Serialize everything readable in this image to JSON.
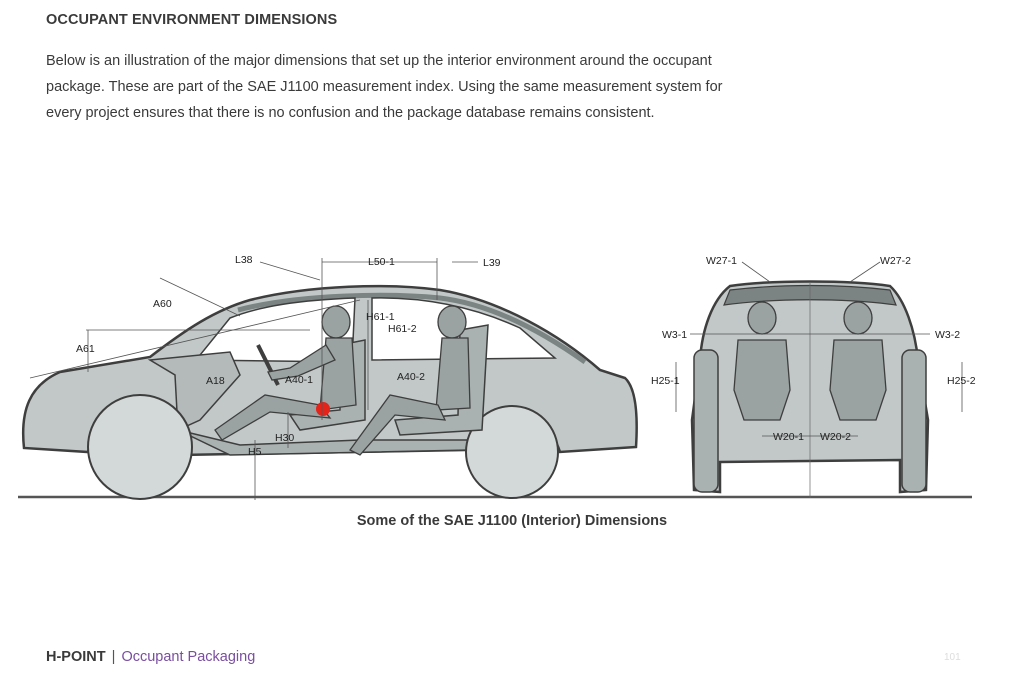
{
  "header": {
    "title": "OCCUPANT ENVIRONMENT DIMENSIONS",
    "intro_lines": [
      "Below is an illustration of the major dimensions that set up the interior environment around the occupant",
      "package. These are part of the SAE J1100 measurement index. Using the same measurement system for",
      "every project ensures that there is no confusion and the package database remains consistent."
    ]
  },
  "figure": {
    "caption": "Some of the SAE J1100 (Interior) Dimensions",
    "side_view_labels": {
      "L38": "L38",
      "L50_1": "L50-1",
      "L39": "L39",
      "A60": "A60",
      "A61": "A61",
      "H61_1": "H61-1",
      "H61_2": "H61-2",
      "A18": "A18",
      "A40_1": "A40-1",
      "A40_2": "A40-2",
      "H30": "H30",
      "H5": "H5"
    },
    "front_view_labels": {
      "W27_1": "W27-1",
      "W27_2": "W27-2",
      "W3_1": "W3-1",
      "W3_2": "W3-2",
      "H25_1": "H25-1",
      "H25_2": "H25-2",
      "W20_1": "W20-1",
      "W20_2": "W20-2"
    },
    "colors": {
      "body": "#c2c8c8",
      "outline": "#3e3e3e",
      "dark": "#7b8383",
      "hpoint": "#e3241b"
    }
  },
  "footer": {
    "brand": "H-POINT",
    "separator": "|",
    "section": "Occupant Packaging",
    "page_number": "101"
  }
}
